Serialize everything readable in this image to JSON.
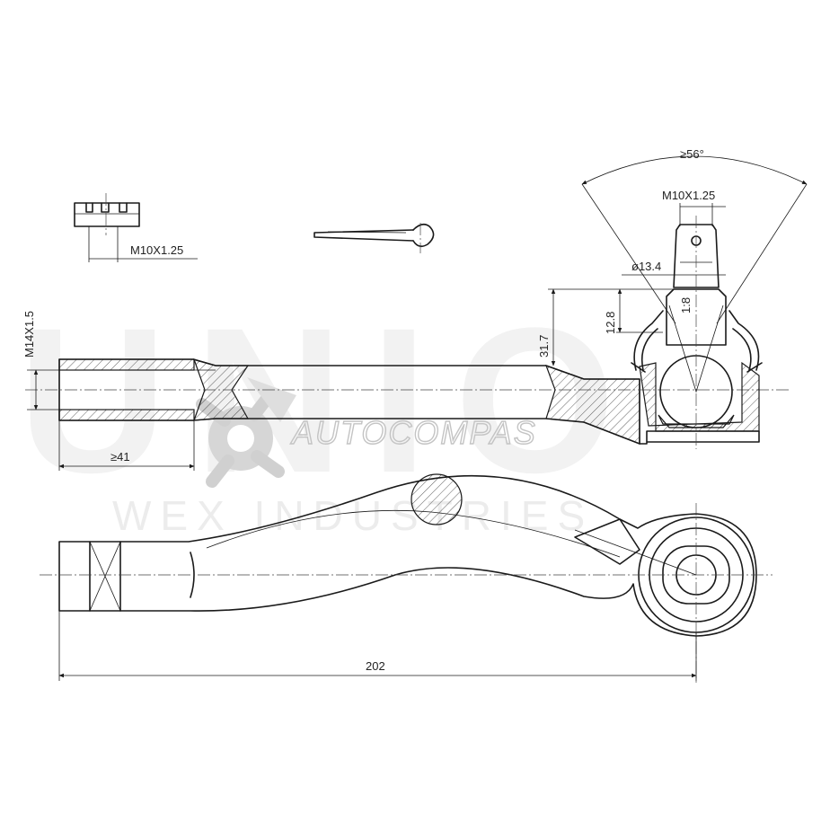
{
  "watermark": {
    "big_text": "UNIO",
    "sub_text": "WEX INDUSTRIES",
    "brand_text": "AUTOCOMPAS",
    "brand_icon": "gear-wrench-icon"
  },
  "dimensions": {
    "nut_thread": "M10X1.25",
    "stud_thread": "M10X1.25",
    "angle": "≥56°",
    "ball_diameter": "ø13.4",
    "taper": "1:8",
    "height_small": "12.8",
    "height_large": "31.7",
    "inner_thread": "M14X1.5",
    "thread_length": "≥41",
    "overall_length": "202"
  },
  "colors": {
    "line": "#1a1a1a",
    "watermark": "#f0f0f0"
  }
}
